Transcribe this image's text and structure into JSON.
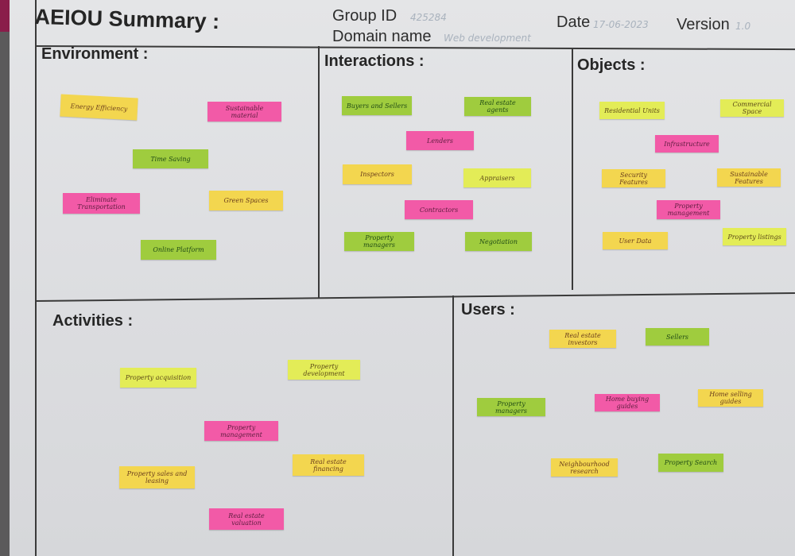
{
  "header": {
    "title": "AEIOU Summary :",
    "group_id_label": "Group ID",
    "group_id_value": "425284",
    "domain_label": "Domain name",
    "domain_value": "Web development",
    "date_label": "Date",
    "date_value": "17-06-2023",
    "version_label": "Version",
    "version_value": "1.0"
  },
  "environment": {
    "title": "Environment :",
    "notes": [
      "Energy Efficiency",
      "Sustainable material",
      "Time Saving",
      "Eliminate Transportation",
      "Green Spaces",
      "Online Platform"
    ]
  },
  "interactions": {
    "title": "Interactions :",
    "notes": [
      "Buyers and Sellers",
      "Real estate agents",
      "Lenders",
      "Inspectors",
      "Appraisers",
      "Contractors",
      "Property managers",
      "Negotiation"
    ]
  },
  "objects": {
    "title": "Objects :",
    "notes": [
      "Residential Units",
      "Commercial Space",
      "Infrastructure",
      "Security Features",
      "Sustainable Features",
      "Property management",
      "User Data",
      "Property listings"
    ]
  },
  "activities": {
    "title": "Activities :",
    "notes": [
      "Property acquisition",
      "Property development",
      "Property management",
      "Property sales and leasing",
      "Real estate financing",
      "Real estate valuation"
    ]
  },
  "users": {
    "title": "Users :",
    "notes": [
      "Real estate investors",
      "Sellers",
      "Property managers",
      "Home buying guides",
      "Home selling guides",
      "Neighbourhood research",
      "Property Search"
    ]
  },
  "colors": {
    "yellow": "#f3d64f",
    "pink": "#f25aa7",
    "green": "#9fcc3e",
    "lime": "#e3ec57",
    "board": "#e4e5e7"
  }
}
